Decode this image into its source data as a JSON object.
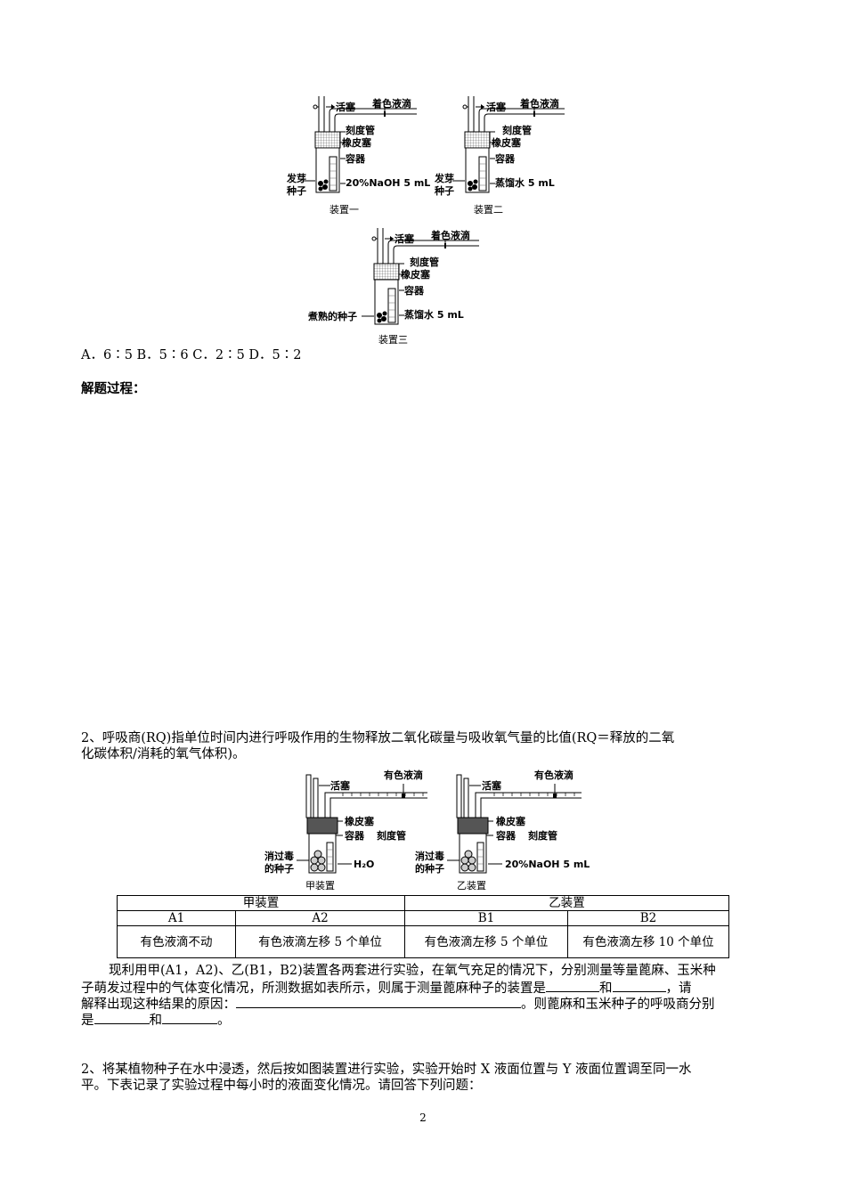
{
  "figure1": {
    "apparatus": [
      {
        "caption": "装置一",
        "labels": {
          "stopcock": "活塞",
          "droplet": "着色液滴",
          "scale": "刻度管",
          "stopper": "橡皮塞",
          "container": "容器",
          "liquid": "20%NaOH 5 mL",
          "seeds_line1": "发芽",
          "seeds_line2": "种子"
        }
      },
      {
        "caption": "装置二",
        "labels": {
          "stopcock": "活塞",
          "droplet": "着色液滴",
          "scale": "刻度管",
          "stopper": "橡皮塞",
          "container": "容器",
          "liquid": "蒸馏水 5 mL",
          "seeds_line1": "发芽",
          "seeds_line2": "种子"
        }
      },
      {
        "caption": "装置三",
        "labels": {
          "stopcock": "活塞",
          "droplet": "着色液滴",
          "scale": "刻度管",
          "stopper": "橡皮塞",
          "container": "容器",
          "liquid": "蒸馏水 5 mL",
          "seeds": "煮熟的种子"
        }
      }
    ]
  },
  "q1": {
    "options": "A．6∶5 B．5∶6 C．2∶5 D．5∶2",
    "solution_heading": "解题过程："
  },
  "q2": {
    "intro_line1": "2、呼吸商(RQ)指单位时间内进行呼吸作用的生物释放二氧化碳量与吸收氧气量的比值(RQ＝释放的二氧",
    "intro_line2": "化碳体积/消耗的氧气体积)。",
    "figure": {
      "jia": {
        "caption": "甲装置",
        "stopcock": "活塞",
        "droplet": "有色液滴",
        "stopper": "橡皮塞",
        "container": "容器",
        "scale": "刻度管",
        "seeds_line1": "消过毒",
        "seeds_line2": "的种子",
        "liquid": "H₂O"
      },
      "yi": {
        "caption": "乙装置",
        "stopcock": "活塞",
        "droplet": "有色液滴",
        "stopper": "橡皮塞",
        "container": "容器",
        "scale": "刻度管",
        "seeds_line1": "消过毒",
        "seeds_line2": "的种子",
        "liquid": "20%NaOH 5 mL"
      }
    },
    "table": {
      "group_headers": [
        "甲装置",
        "乙装置"
      ],
      "sub_headers": [
        "A1",
        "A2",
        "B1",
        "B2"
      ],
      "cells": [
        "有色液滴不动",
        "有色液滴左移 5 个单位",
        "有色液滴左移 5 个单位",
        "有色液滴左移 10 个单位"
      ]
    },
    "para_line1": "现利用甲(A1，A2)、乙(B1，B2)装置各两套进行实验，在氧气充足的情况下，分别测量等量蓖麻、玉米种",
    "para_line2a": "子萌发过程中的气体变化情况，所测数据如表所示，则属于测量蓖麻种子的装置是",
    "para_line2b": "和",
    "para_line2c": "，请",
    "para_line3a": "解释出现这种结果的原因：",
    "para_line3b": "。则蓖麻和玉米种子的呼吸商分别",
    "para_line4a": "是",
    "para_line4b": "和",
    "para_line4c": "。"
  },
  "q3": {
    "line1": "2、将某植物种子在水中浸透，然后按如图装置进行实验，实验开始时 X 液面位置与 Y 液面位置调至同一水",
    "line2": "平。下表记录了实验过程中每小时的液面变化情况。请回答下列问题："
  },
  "footer": {
    "page_number": "2"
  }
}
